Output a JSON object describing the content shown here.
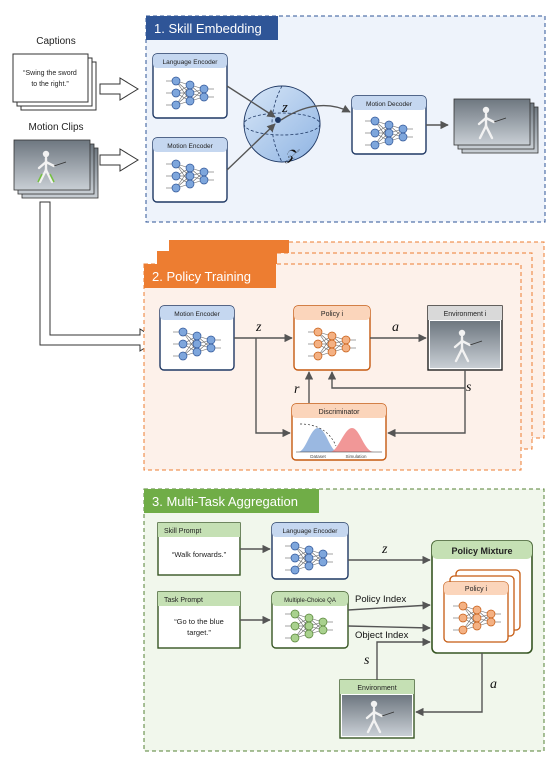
{
  "left": {
    "captions_label": "Captions",
    "caption_text_1": "“Swing the sword",
    "caption_text_2": "to the right.”",
    "motion_clips_label": "Motion Clips"
  },
  "skill_embedding": {
    "title": "1. Skill Embedding",
    "language_encoder": "Language Encoder",
    "motion_encoder": "Motion Encoder",
    "z_label": "z",
    "latent_space_label": "𝒵",
    "motion_decoder": "Motion Decoder"
  },
  "policy_training": {
    "title": "2. Policy Training",
    "motion_encoder": "Motion Encoder",
    "policy_label": "Policy i",
    "environment_label": "Environment i",
    "discriminator": "Discriminator",
    "dataset_label": "Dataset",
    "simulation_label": "Simulation",
    "z_label": "z",
    "a_label": "a",
    "r_label": "r",
    "s_label": "s"
  },
  "multi_task": {
    "title": "3. Multi-Task Aggregation",
    "skill_prompt_title": "Skill Prompt",
    "skill_prompt_text": "“Walk forwards.”",
    "task_prompt_title": "Task Prompt",
    "task_prompt_text_1": "“Go to the blue",
    "task_prompt_text_2": "target.”",
    "language_encoder": "Language Encoder",
    "mcqa": "Multiple-Choice QA",
    "policy_mixture": "Policy Mixture",
    "policy_label": "Policy i",
    "environment": "Environment",
    "z_label": "z",
    "s_label": "s",
    "a_label": "a",
    "policy_index": "Policy Index",
    "object_index": "Object Index"
  },
  "colors": {
    "blue_dark": "#2f5597",
    "orange": "#ed7d31",
    "green": "#70ad47",
    "green_dark": "#548235"
  }
}
